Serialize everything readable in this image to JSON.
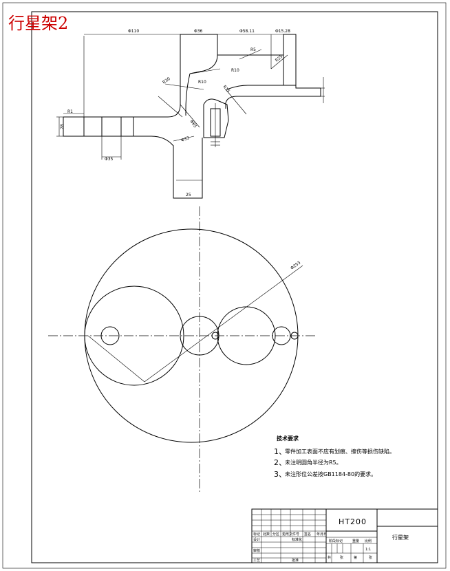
{
  "header": {
    "title": "行星架2"
  },
  "section_view": {
    "dimensions": [
      "Φ110",
      "Φ36",
      "Φ58.11",
      "Φ15.28",
      "28",
      "Φ35",
      "R1",
      "R5",
      "R25",
      "R10",
      "R30",
      "R10",
      "R15",
      "Φ65",
      "25",
      "Φ33"
    ]
  },
  "plan_view": {
    "dimension": "Φ253"
  },
  "notes": {
    "heading": "技术要求",
    "items": [
      {
        "num": "1、",
        "text": "零件加工表面不应有划痕、擦伤等损伤缺陷。"
      },
      {
        "num": "2、",
        "text": "未注明圆角半径为R5。"
      },
      {
        "num": "3、",
        "text": "未注形位公差按GB1184-80的要求。"
      }
    ]
  },
  "title_block": {
    "material": "HT200",
    "part_name": "行星架",
    "scale": "1:1",
    "labels": {
      "mark": "标记",
      "count": "处数",
      "zone": "分区",
      "doc": "更改文件号",
      "sign": "签名",
      "date": "年月日",
      "design": "设计",
      "std": "标准化",
      "check": "审核",
      "process": "工艺",
      "approve": "批准",
      "stage": "阶段标记",
      "weight": "重量",
      "ratio": "比例",
      "sheet_a": "共",
      "sheet_b": "张",
      "sheet_c": "第",
      "sheet_d": "张"
    }
  }
}
